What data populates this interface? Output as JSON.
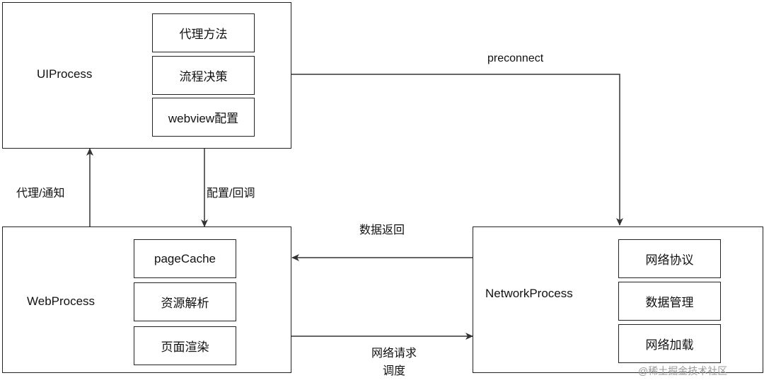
{
  "nodes": {
    "ui_process": {
      "title": "UIProcess",
      "items": [
        "代理方法",
        "流程决策",
        "webview配置"
      ]
    },
    "web_process": {
      "title": "WebProcess",
      "items": [
        "pageCache",
        "资源解析",
        "页面渲染"
      ]
    },
    "network_process": {
      "title": "NetworkProcess",
      "items": [
        "网络协议",
        "数据管理",
        "网络加载"
      ]
    }
  },
  "edges": {
    "preconnect": "preconnect",
    "proxy_notify": "代理/通知",
    "config_callback": "配置/回调",
    "data_return": "数据返回",
    "network_request_line1": "网络请求",
    "network_request_line2": "调度"
  },
  "watermark": "@稀土掘金技术社区"
}
